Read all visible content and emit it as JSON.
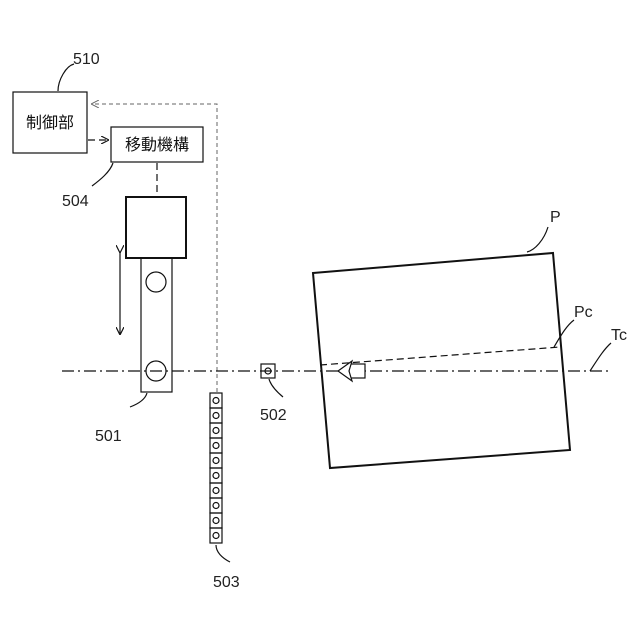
{
  "controller": {
    "ref": "510",
    "label": "制御部"
  },
  "mechanism": {
    "ref": "504",
    "label": "移動機構"
  },
  "arm": {
    "ref": "501"
  },
  "sensor": {
    "ref": "502"
  },
  "array": {
    "ref": "503"
  },
  "plate": {
    "ref": "P"
  },
  "plate_center": {
    "ref": "Pc"
  },
  "track_center": {
    "ref": "Tc"
  }
}
